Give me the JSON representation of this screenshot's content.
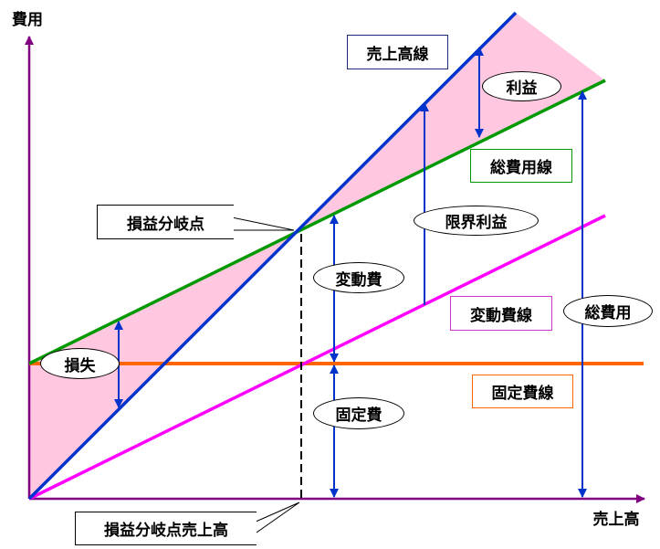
{
  "axes": {
    "y_label": "費用",
    "x_label": "売上高"
  },
  "lines": {
    "sales": {
      "label": "売上高線",
      "color": "#0033cc"
    },
    "total_cost": {
      "label": "総費用線",
      "color": "#009900"
    },
    "variable_cost": {
      "label": "変動費線",
      "color": "#ff00ff"
    },
    "fixed_cost": {
      "label": "固定費線",
      "color": "#ff6600"
    }
  },
  "callouts": {
    "break_even_point": "損益分岐点",
    "break_even_sales": "損益分岐点売上高"
  },
  "annotations": {
    "profit": "利益",
    "marginal_profit": "限界利益",
    "variable_cost": "変動費",
    "loss": "損失",
    "fixed_cost": "固定費",
    "total_cost": "総費用"
  },
  "colors": {
    "axis": "#800080",
    "fill": "#ffc8e0",
    "arrow": "#0033cc"
  }
}
